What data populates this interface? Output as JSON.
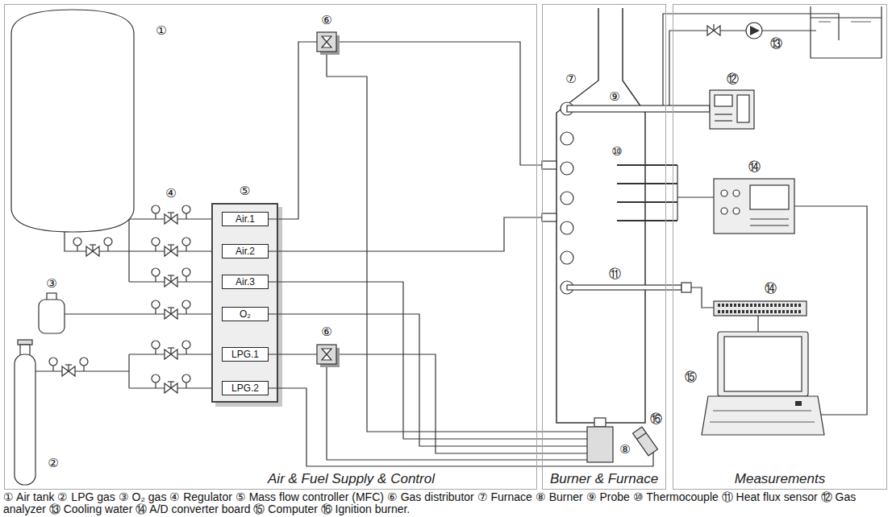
{
  "diagram": {
    "caption": "① Air tank ② LPG gas ③ O₂ gas ④ Regulator ⑤ Mass flow controller (MFC) ⑥ Gas distributor ⑦ Furnace ⑧ Burner ⑨ Probe ⑩ Thermocouple ⑪ Heat flux sensor ⑫ Gas analyzer ⑬ Cooling water ⑭ A/D converter board ⑮ Computer ⑯ Ignition burner.",
    "nodes": [
      {
        "text": [
          "Air & Fuel Supply & Control"
        ]
      },
      {
        "text": [
          "⑤"
        ],
        "in": 0
      },
      {
        "text": [
          "Air.1"
        ],
        "in": 1
      },
      {
        "text": [
          "Air.2"
        ],
        "in": 1
      },
      {
        "text": [
          "Air.3"
        ],
        "in": 1
      },
      {
        "text": [
          "O₂"
        ],
        "in": 1
      },
      {
        "text": [
          "LPG.1"
        ],
        "in": 1
      },
      {
        "text": [
          "LPG.2"
        ],
        "in": 1
      },
      {
        "text": [
          "Burner & Furnace"
        ]
      },
      {
        "text": [
          "Measurements"
        ]
      }
    ],
    "labels": [
      "①",
      "④",
      "③",
      "②",
      "⑥",
      "⑥",
      "⑦",
      "⑨",
      "⑩",
      "⑪",
      "⑧",
      "⑯",
      "⑫",
      "⑬",
      "⑭",
      "⑭",
      "⑮"
    ]
  }
}
